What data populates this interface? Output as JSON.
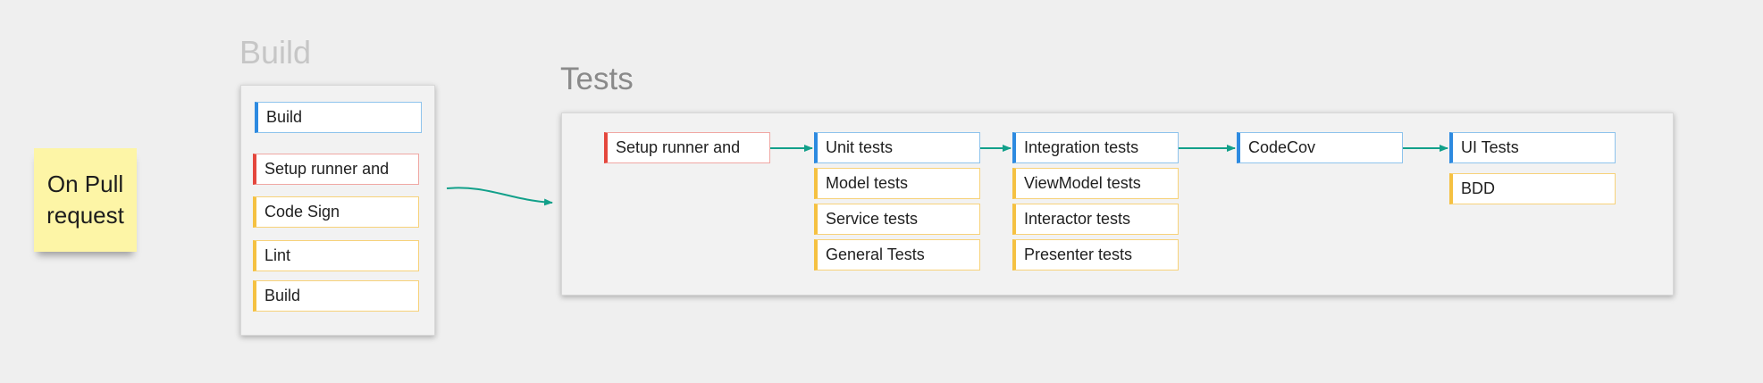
{
  "sticky_note": {
    "text": "On Pull\nrequest",
    "color": "#fdf5a6"
  },
  "build_frame": {
    "title": "Build",
    "cards": [
      {
        "label": "Build",
        "color": "blue"
      },
      {
        "label": "Setup runner and",
        "color": "red"
      },
      {
        "label": "Code Sign",
        "color": "yellow"
      },
      {
        "label": "Lint",
        "color": "yellow"
      },
      {
        "label": "Build",
        "color": "yellow"
      }
    ]
  },
  "tests_frame": {
    "title": "Tests",
    "setup": {
      "label": "Setup runner and",
      "color": "red"
    },
    "unit": {
      "head": {
        "label": "Unit tests",
        "color": "blue"
      },
      "subs": [
        {
          "label": "Model tests",
          "color": "yellow"
        },
        {
          "label": "Service tests",
          "color": "yellow"
        },
        {
          "label": "General Tests",
          "color": "yellow"
        }
      ]
    },
    "integration": {
      "head": {
        "label": "Integration tests",
        "color": "blue"
      },
      "subs": [
        {
          "label": "ViewModel tests",
          "color": "yellow"
        },
        {
          "label": "Interactor tests",
          "color": "yellow"
        },
        {
          "label": "Presenter tests",
          "color": "yellow"
        }
      ]
    },
    "codecov": {
      "label": "CodeCov",
      "color": "blue"
    },
    "ui": {
      "head": {
        "label": "UI Tests",
        "color": "blue"
      },
      "subs": [
        {
          "label": "BDD",
          "color": "yellow"
        }
      ]
    }
  },
  "colors": {
    "connector": "#12a08a",
    "blue": "#2d8ae0",
    "red": "#e4473d",
    "yellow": "#f5c142"
  }
}
